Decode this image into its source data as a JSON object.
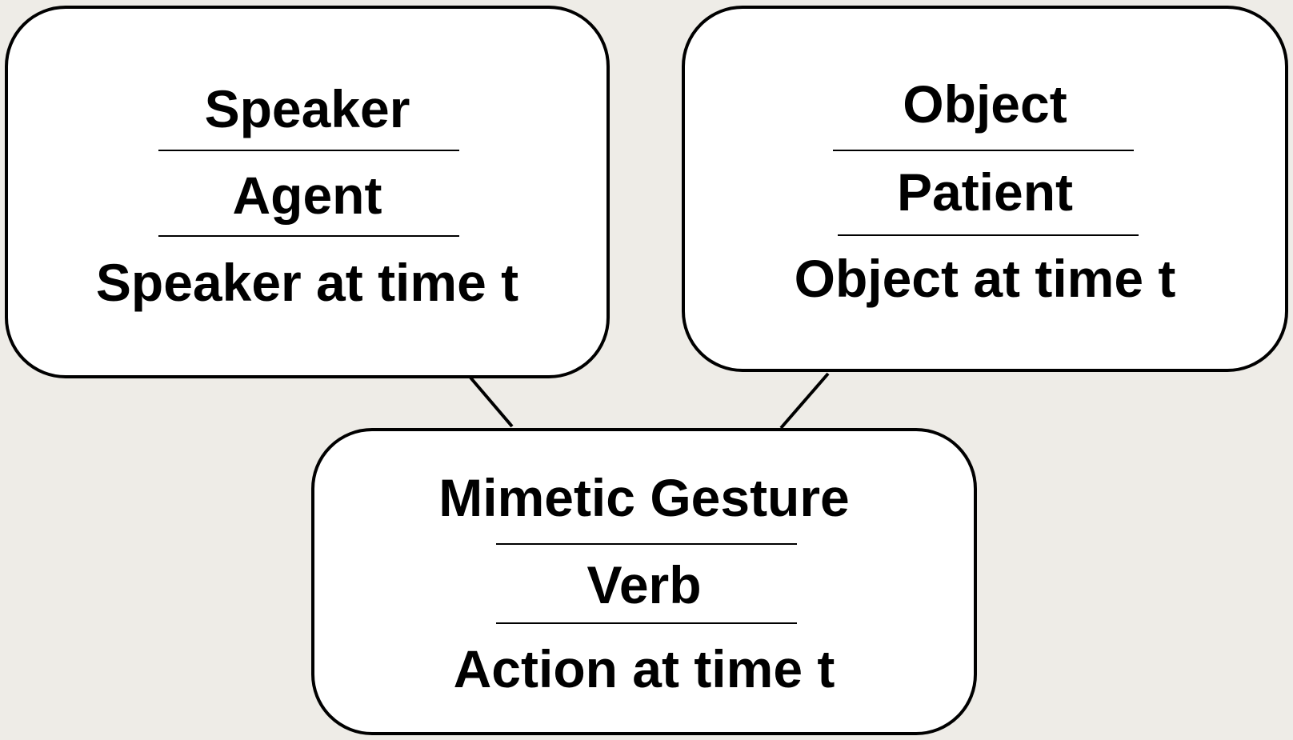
{
  "speaker_box": {
    "line1": "Speaker",
    "line2": "Agent",
    "line3": "Speaker at time t"
  },
  "object_box": {
    "line1": "Object",
    "line2": "Patient",
    "line3": "Object at time t"
  },
  "gesture_box": {
    "line1": "Mimetic Gesture",
    "line2": "Verb",
    "line3": "Action at time t"
  },
  "colors": {
    "background": "#eeece7",
    "box_fill": "#ffffff",
    "stroke": "#000000"
  }
}
